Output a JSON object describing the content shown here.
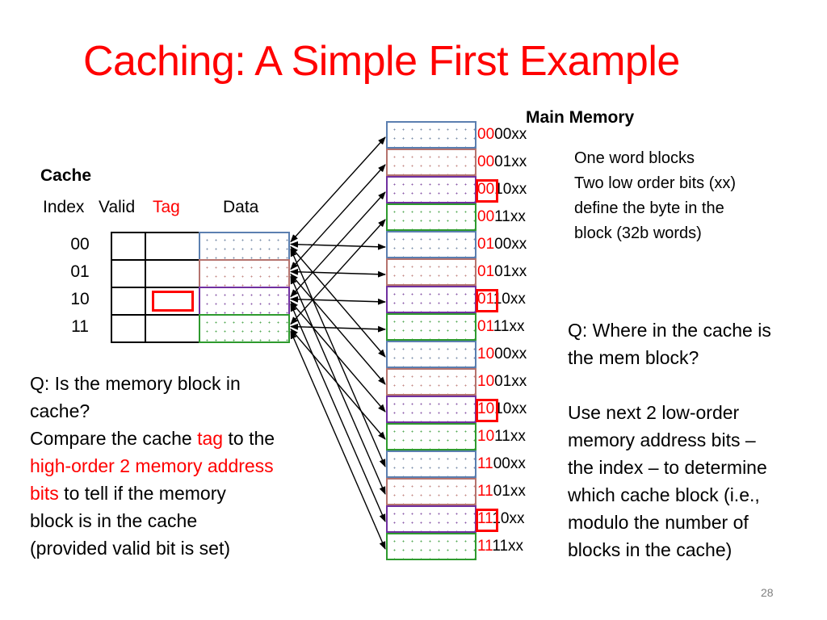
{
  "title": "Caching:  A Simple First Example",
  "main_memory": {
    "label": "Main Memory",
    "blocks": [
      {
        "hi": "00",
        "lo": "00xx",
        "color": "#5b7fb0",
        "dot": "#7a8ea8",
        "highlight": false
      },
      {
        "hi": "00",
        "lo": "01xx",
        "color": "#b5736e",
        "dot": "#c48a85",
        "highlight": false
      },
      {
        "hi": "00",
        "lo": "10xx",
        "color": "#7030a0",
        "dot": "#8a5aa8",
        "highlight": true
      },
      {
        "hi": "00",
        "lo": "11xx",
        "color": "#2e9a2e",
        "dot": "#55aa55",
        "highlight": false
      },
      {
        "hi": "01",
        "lo": "00xx",
        "color": "#5b7fb0",
        "dot": "#7a8ea8",
        "highlight": false
      },
      {
        "hi": "01",
        "lo": "01xx",
        "color": "#b5736e",
        "dot": "#c48a85",
        "highlight": false
      },
      {
        "hi": "01",
        "lo": "10xx",
        "color": "#7030a0",
        "dot": "#8a5aa8",
        "highlight": true
      },
      {
        "hi": "01",
        "lo": "11xx",
        "color": "#2e9a2e",
        "dot": "#55aa55",
        "highlight": false
      },
      {
        "hi": "10",
        "lo": "00xx",
        "color": "#5b7fb0",
        "dot": "#7a8ea8",
        "highlight": false
      },
      {
        "hi": "10",
        "lo": "01xx",
        "color": "#b5736e",
        "dot": "#c48a85",
        "highlight": false
      },
      {
        "hi": "10",
        "lo": "10xx",
        "color": "#7030a0",
        "dot": "#8a5aa8",
        "highlight": true
      },
      {
        "hi": "10",
        "lo": "11xx",
        "color": "#2e9a2e",
        "dot": "#55aa55",
        "highlight": false
      },
      {
        "hi": "11",
        "lo": "00xx",
        "color": "#5b7fb0",
        "dot": "#7a8ea8",
        "highlight": false
      },
      {
        "hi": "11",
        "lo": "01xx",
        "color": "#b5736e",
        "dot": "#c48a85",
        "highlight": false
      },
      {
        "hi": "11",
        "lo": "10xx",
        "color": "#7030a0",
        "dot": "#8a5aa8",
        "highlight": true
      },
      {
        "hi": "11",
        "lo": "11xx",
        "color": "#2e9a2e",
        "dot": "#55aa55",
        "highlight": false
      }
    ]
  },
  "memory_note": [
    "One word blocks",
    "Two low order bits (xx)",
    "define the byte in the",
    "block (32b words)"
  ],
  "cache": {
    "label": "Cache",
    "headers": {
      "index": "Index",
      "valid": "Valid",
      "tag": "Tag",
      "data": "Data"
    },
    "rows": [
      {
        "index": "00",
        "color": "#5b7fb0",
        "dot": "#7a8ea8",
        "tag_highlight": false
      },
      {
        "index": "01",
        "color": "#b5736e",
        "dot": "#c48a85",
        "tag_highlight": false
      },
      {
        "index": "10",
        "color": "#7030a0",
        "dot": "#8a5aa8",
        "tag_highlight": true
      },
      {
        "index": "11",
        "color": "#2e9a2e",
        "dot": "#55aa55",
        "tag_highlight": false
      }
    ]
  },
  "question_left": {
    "q": [
      "Q: Is the memory block in",
      "cache?"
    ],
    "line3_pre": "Compare the cache ",
    "line3_red": "tag",
    "line3_post": " to the",
    "line4_red": "high-order 2 memory address",
    "line5_red": "bits",
    "line5_post": " to tell if the memory",
    "line6": "block is in the cache",
    "line7": "(provided valid bit is set)"
  },
  "question_right": {
    "q": [
      "Q: Where in the cache is",
      "the mem block?"
    ],
    "a": [
      "Use next 2 low-order",
      "memory address bits –",
      "the index – to determine",
      "which cache block (i.e.,",
      "modulo the number of",
      "blocks in the cache)"
    ]
  },
  "page_number": "28"
}
